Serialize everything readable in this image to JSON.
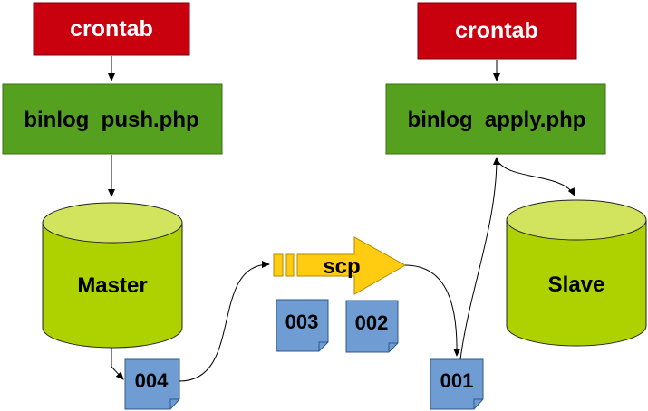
{
  "colors": {
    "crontab_fill": "#c9000d",
    "script_fill": "#56a01f",
    "db_fill": "#aed200",
    "db_top": "#d2e45e",
    "doc_fill": "#6f9cd2",
    "arrow_fill": "#ffcc11"
  },
  "left": {
    "crontab_label": "crontab",
    "script_label": "binlog_push.php",
    "db_label": "Master",
    "file_label": "004"
  },
  "right": {
    "crontab_label": "crontab",
    "script_label": "binlog_apply.php",
    "db_label": "Slave",
    "file_label": "001"
  },
  "transfer": {
    "label": "scp",
    "files": [
      "003",
      "002"
    ]
  }
}
